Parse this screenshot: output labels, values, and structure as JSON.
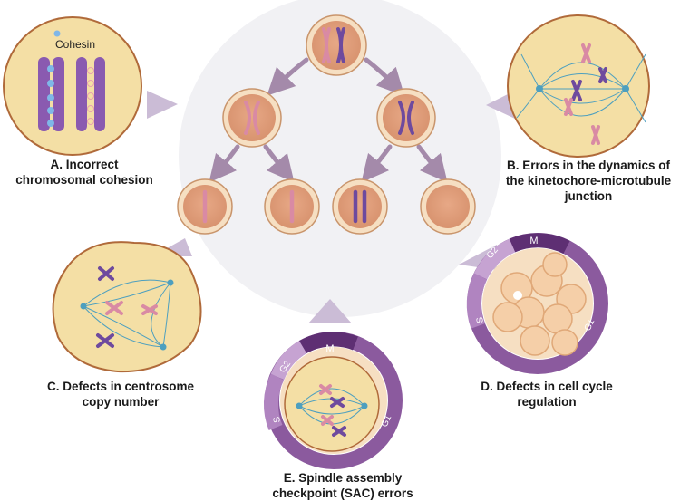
{
  "colors": {
    "background_disc": "#f1f1f4",
    "cell_fill": "#e9b58a",
    "cell_ring": "#f6dfc2",
    "cell_border": "#c9956c",
    "nucleus_fill": "#dea07c",
    "chromosome_purple": "#6e4a9e",
    "chromosome_pink": "#d98aa4",
    "arrow": "#a48aaa",
    "pointer_triangle": "#cbbcd6",
    "spindle": "#4d9fbf",
    "panel_fill": "#f4dfa5",
    "panel_border": "#b06a3a",
    "cohesin": "#7fb7e8",
    "cycle_dark": "#5e2f73",
    "cycle_mid": "#8b5a9e",
    "cycle_light": "#c6a3d2"
  },
  "panels": {
    "a": {
      "label": "Cohesin",
      "caption": [
        "A. Incorrect",
        "chromosomal cohesion"
      ]
    },
    "b": {
      "caption": [
        "B. Errors in the dynamics of",
        "the kinetochore-microtubule",
        "junction"
      ]
    },
    "c": {
      "caption": [
        "C. Defects in centrosome",
        "copy number"
      ]
    },
    "d": {
      "caption": [
        "D. Defects in cell cycle",
        "regulation"
      ],
      "phases": {
        "m": "M",
        "g2": "G2",
        "s": "S",
        "g1": "G1"
      }
    },
    "e": {
      "caption": [
        "E. Spindle assembly",
        "checkpoint (SAC) errors"
      ],
      "phases": {
        "m": "M",
        "g2": "G2",
        "s": "S",
        "g1": "G1"
      }
    }
  }
}
